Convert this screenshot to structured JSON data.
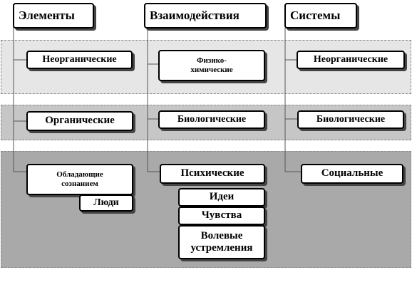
{
  "headers": {
    "elements": "Элементы",
    "interactions": "Взаимодействия",
    "systems": "Системы"
  },
  "rows": {
    "inorganic": {
      "element": "Неорганические",
      "interaction": "Физико-химические",
      "system": "Неорганические"
    },
    "organic": {
      "element": "Органические",
      "interaction": "Биологические",
      "system": "Биологические"
    },
    "conscious": {
      "element": "Обладающие сознанием",
      "element_sub": "Люди",
      "interaction": "Психические",
      "interaction_subs": [
        "Идеи",
        "Чувства",
        "Волевые устремления"
      ],
      "system": "Социальные"
    }
  },
  "colors": {
    "band_light": "#e6e6e6",
    "band_medium": "#c6c6c6",
    "band_dark": "#a9a9a9"
  }
}
